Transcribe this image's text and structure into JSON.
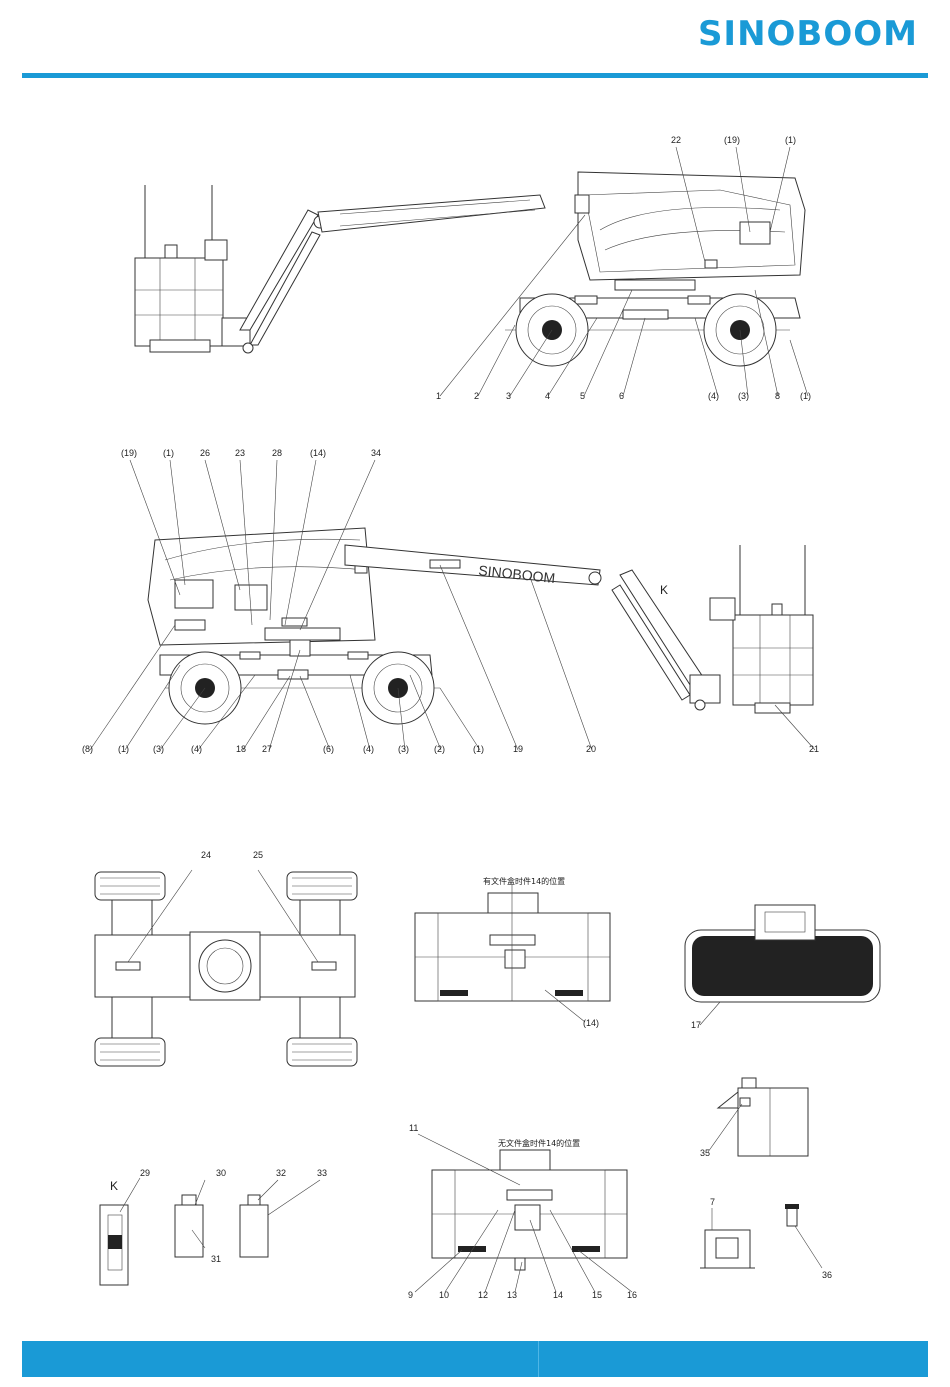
{
  "header": {
    "brand": "SINOBOOM",
    "accent_color": "#1a9ad6"
  },
  "view1": {
    "top_labels": [
      "22",
      "(19)",
      "(1)"
    ],
    "bottom_labels": [
      "1",
      "2",
      "3",
      "4",
      "5",
      "6",
      "(4)",
      "(3)",
      "8",
      "(1)"
    ]
  },
  "view2": {
    "top_labels": [
      "(19)",
      "(1)",
      "26",
      "23",
      "28",
      "(14)",
      "34"
    ],
    "bottom_labels": [
      "(8)",
      "(1)",
      "(3)",
      "(4)",
      "18",
      "27",
      "(6)",
      "(4)",
      "(3)",
      "(2)",
      "(1)",
      "19",
      "20",
      "21"
    ],
    "boom_text": "SINOBOOM",
    "k_marker": "K"
  },
  "chassis_view": {
    "labels": [
      "24",
      "25"
    ]
  },
  "platform_view_a": {
    "note": "有文件盒时件14的位置",
    "labels": [
      "(14)"
    ]
  },
  "control_box_view": {
    "labels": [
      "17"
    ]
  },
  "detail_k": {
    "marker": "K",
    "labels": [
      "29"
    ]
  },
  "parts_small": {
    "labels": [
      "30",
      "31",
      "32",
      "33"
    ]
  },
  "platform_view_b": {
    "note": "无文件盒时件14的位置",
    "top_label": "11",
    "labels": [
      "9",
      "10",
      "12",
      "13",
      "14",
      "15",
      "16"
    ]
  },
  "tank_view": {
    "labels": [
      "35"
    ]
  },
  "box_view": {
    "labels": [
      "7"
    ]
  },
  "sensor_view": {
    "labels": [
      "36"
    ]
  }
}
